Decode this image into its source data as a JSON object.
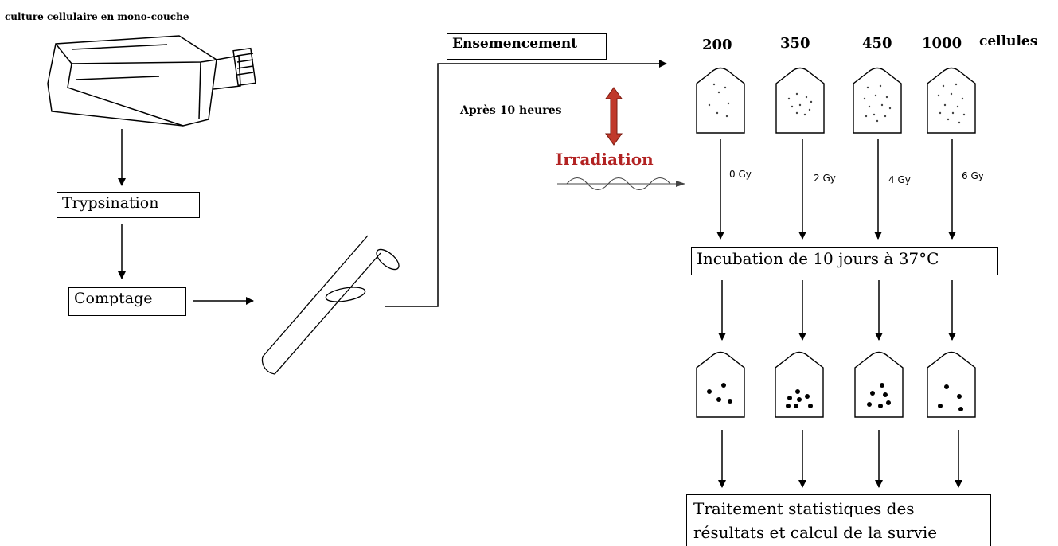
{
  "title": "culture cellulaire en mono-couche",
  "steps": {
    "trypsination": "Trypsination",
    "comptage": "Comptage",
    "ensemencement": "Ensemencement",
    "after": "Après 10 heures",
    "irradiation": "Irradiation",
    "incubation": "Incubation de 10 jours à 37°C",
    "treatment_line1": "Traitement statistiques des",
    "treatment_line2": "résultats et calcul de la survie"
  },
  "cells_label": "cellules",
  "counts": [
    "200",
    "350",
    "450",
    "1000"
  ],
  "doses": [
    "0 Gy",
    "2 Gy",
    "4 Gy",
    "6 Gy"
  ],
  "colors": {
    "irradiation": "#b22222",
    "arrow_fill": "#c0392b",
    "arrow_stroke": "#7a1a10"
  }
}
